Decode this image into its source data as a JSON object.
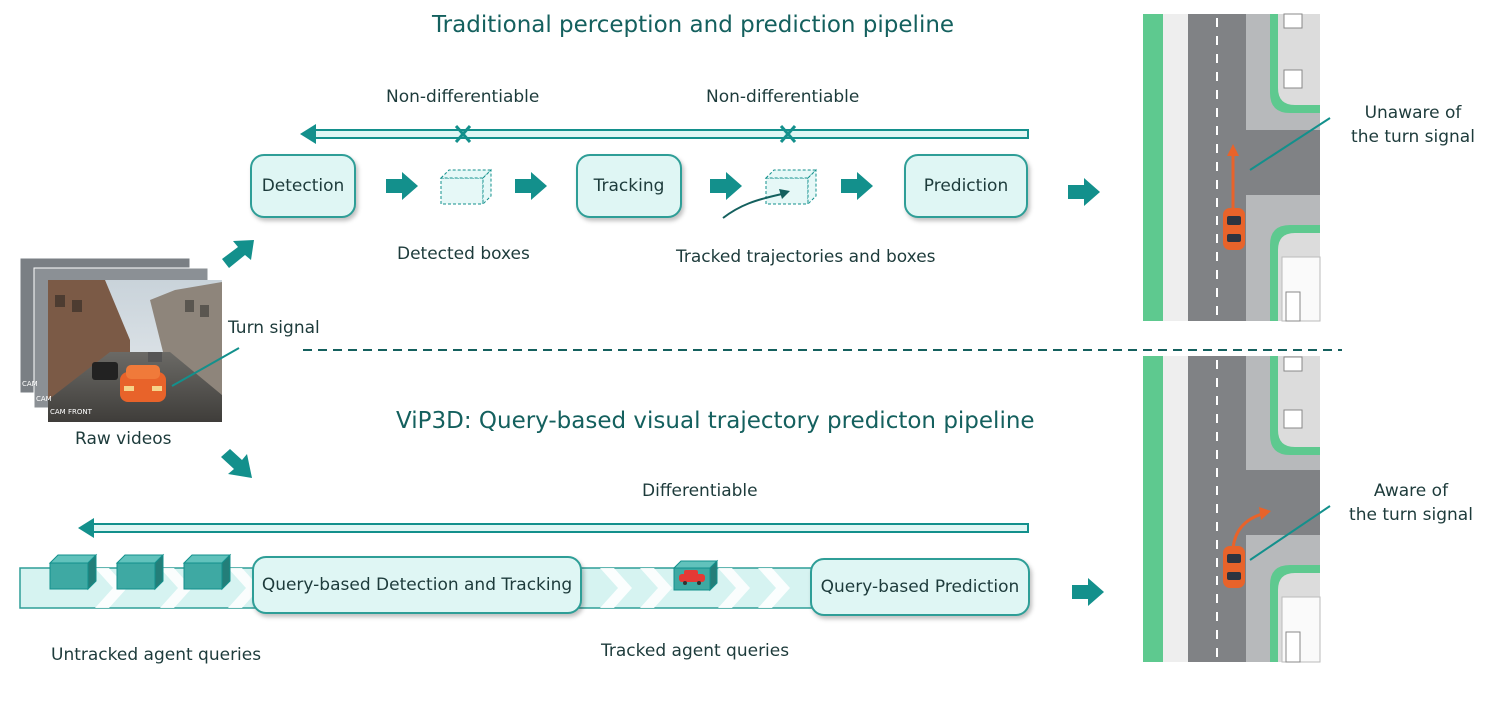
{
  "top": {
    "title": "Traditional perception and prediction pipeline",
    "non_diff_1": "Non-differentiable",
    "non_diff_2": "Non-differentiable",
    "stage_detection": "Detection",
    "stage_tracking": "Tracking",
    "stage_prediction": "Prediction",
    "detected_boxes": "Detected boxes",
    "tracked_traj": "Tracked trajectories and boxes",
    "map_annotation": [
      "Unaware of",
      "the turn signal"
    ]
  },
  "input": {
    "turn_signal": "Turn signal",
    "raw_videos": "Raw videos",
    "cam_labels": [
      "CAM",
      "CAM",
      "CAM FRONT"
    ]
  },
  "bottom": {
    "title": "ViP3D: Query-based visual trajectory predicton pipeline",
    "differentiable": "Differentiable",
    "stage_detection_tracking": "Query-based Detection and Tracking",
    "stage_prediction": "Query-based Prediction",
    "untracked": "Untracked agent queries",
    "tracked": "Tracked agent queries",
    "map_annotation": [
      "Aware of",
      "the turn signal"
    ]
  },
  "colors": {
    "teal": "#13908c",
    "teal_dark": "#14605e",
    "box_fill": "#dff6f4",
    "car": "#e8632a",
    "grass": "#5ec98f"
  }
}
